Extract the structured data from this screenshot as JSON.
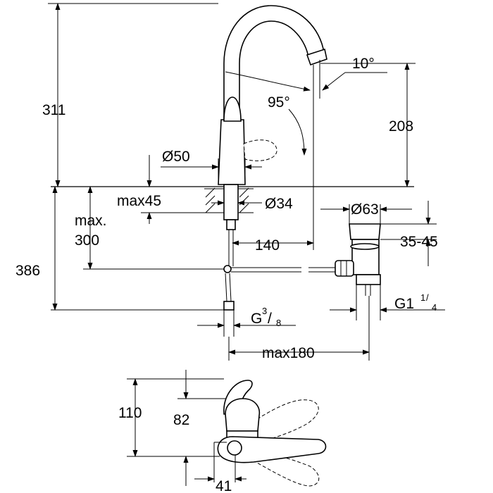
{
  "dimensions": {
    "overall_height": "311",
    "spout_height": "208",
    "swivel_angle": "10°",
    "spout_angle": "95°",
    "base_diameter": "Ø50",
    "max_thickness": "max45",
    "hole_diameter": "Ø34",
    "waste_diameter": "Ø63",
    "max_hose_prefix": "max.",
    "max_hose_value": "300",
    "below_counter": "386",
    "projection": "140",
    "waste_range": "35-45",
    "connection_g_base": "G",
    "connection_g_num": "3",
    "connection_g_den": "8",
    "waste_thread_base": "G1",
    "waste_thread_num": "1",
    "waste_thread_den": "4",
    "waste_offset": "max180",
    "lever_height": "110",
    "lever_reach": "82",
    "lever_offset": "41"
  }
}
